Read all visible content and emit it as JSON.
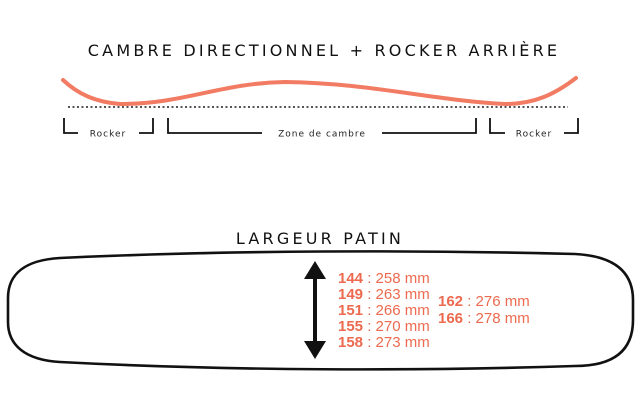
{
  "profile": {
    "title": "CAMBRE DIRECTIONNEL + ROCKER ARRIÈRE",
    "zones": {
      "rocker_left": "Rocker",
      "camber": "Zone de cambre",
      "rocker_right": "Rocker"
    }
  },
  "width": {
    "title": "LARGEUR PATIN",
    "separator": " : ",
    "column_left": [
      {
        "size": "144",
        "value": "258 mm"
      },
      {
        "size": "149",
        "value": "263 mm"
      },
      {
        "size": "151",
        "value": "266 mm"
      },
      {
        "size": "155",
        "value": "270 mm"
      },
      {
        "size": "158",
        "value": "273 mm"
      }
    ],
    "column_right": [
      {
        "size": "162",
        "value": "276 mm"
      },
      {
        "size": "166",
        "value": "278 mm"
      }
    ]
  },
  "colors": {
    "camber_line": "#f27b63",
    "size_text": "#ec6a4f",
    "outline": "#111111",
    "baseline": "#555555"
  }
}
